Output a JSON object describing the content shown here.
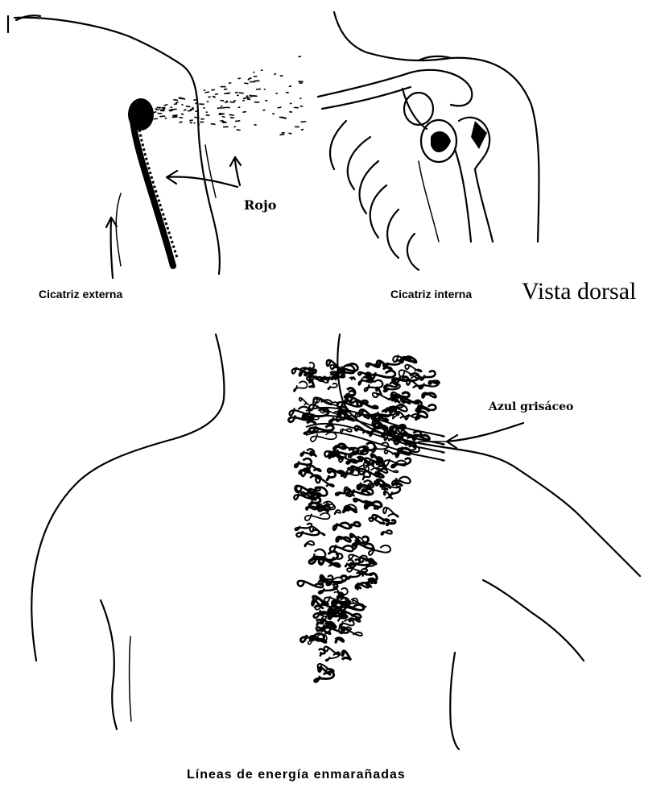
{
  "figure": {
    "labels": {
      "red": "Rojo",
      "external_scar": "Cicatriz externa",
      "internal_scar": "Cicatriz interna",
      "dorsal_view": "Vista dorsal",
      "blue_gray": "Azul grisáceo",
      "tangled_lines": "Líneas de energía enmarañadas"
    }
  },
  "colors": {
    "ink": "#000000",
    "paper": "#ffffff"
  }
}
